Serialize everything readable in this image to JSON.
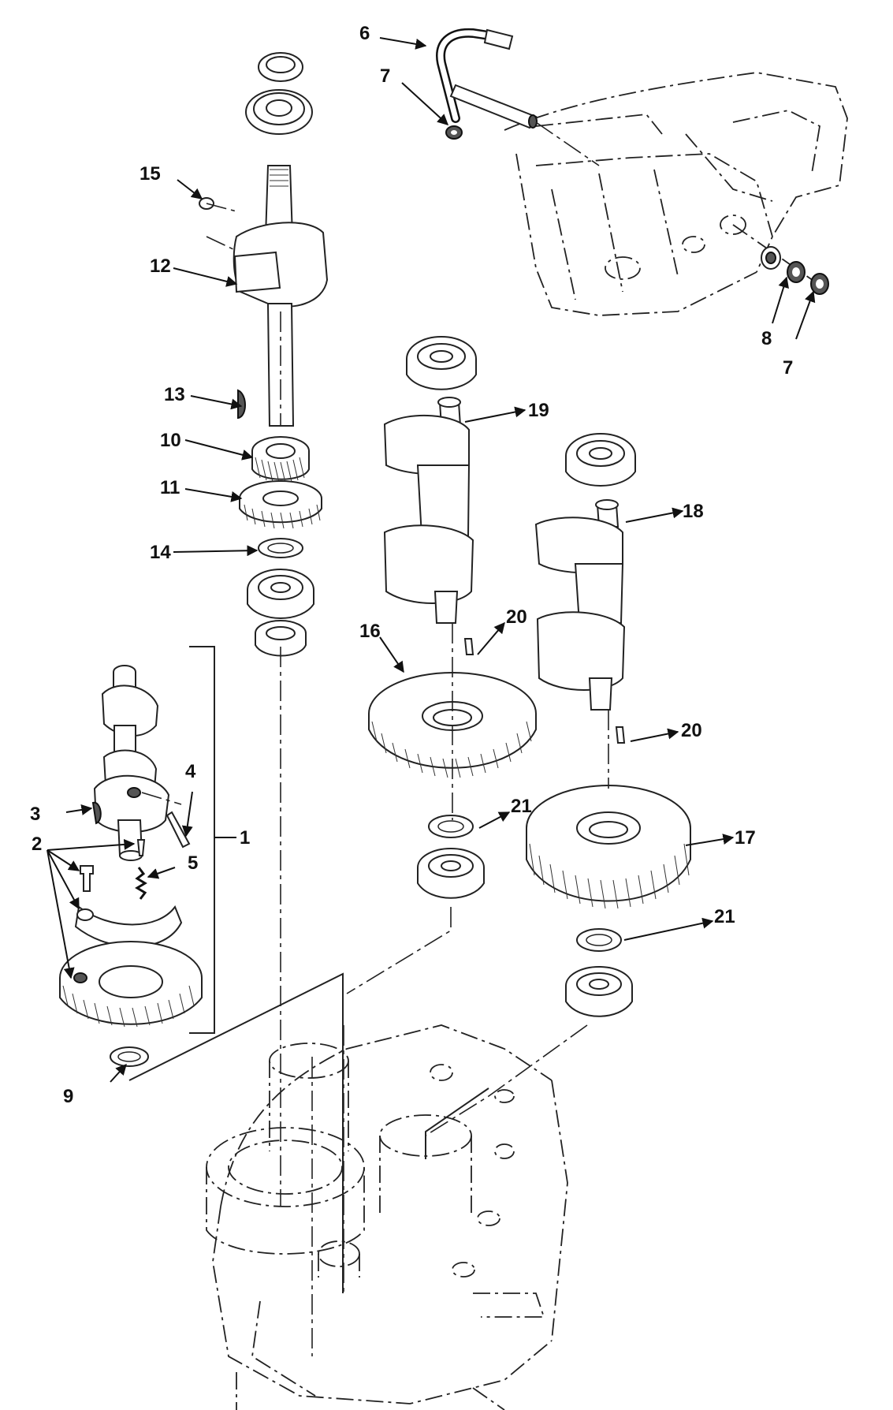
{
  "diagram": {
    "callouts": [
      {
        "id": "c1",
        "label": "1"
      },
      {
        "id": "c2",
        "label": "2"
      },
      {
        "id": "c3",
        "label": "3"
      },
      {
        "id": "c4",
        "label": "4"
      },
      {
        "id": "c5",
        "label": "5"
      },
      {
        "id": "c6",
        "label": "6"
      },
      {
        "id": "c7a",
        "label": "7"
      },
      {
        "id": "c7b",
        "label": "7"
      },
      {
        "id": "c8",
        "label": "8"
      },
      {
        "id": "c9",
        "label": "9"
      },
      {
        "id": "c10",
        "label": "10"
      },
      {
        "id": "c11",
        "label": "11"
      },
      {
        "id": "c12",
        "label": "12"
      },
      {
        "id": "c13",
        "label": "13"
      },
      {
        "id": "c14",
        "label": "14"
      },
      {
        "id": "c15",
        "label": "15"
      },
      {
        "id": "c16",
        "label": "16"
      },
      {
        "id": "c17",
        "label": "17"
      },
      {
        "id": "c18",
        "label": "18"
      },
      {
        "id": "c19",
        "label": "19"
      },
      {
        "id": "c20a",
        "label": "20"
      },
      {
        "id": "c20b",
        "label": "20"
      },
      {
        "id": "c21a",
        "label": "21"
      },
      {
        "id": "c21b",
        "label": "21"
      }
    ]
  }
}
